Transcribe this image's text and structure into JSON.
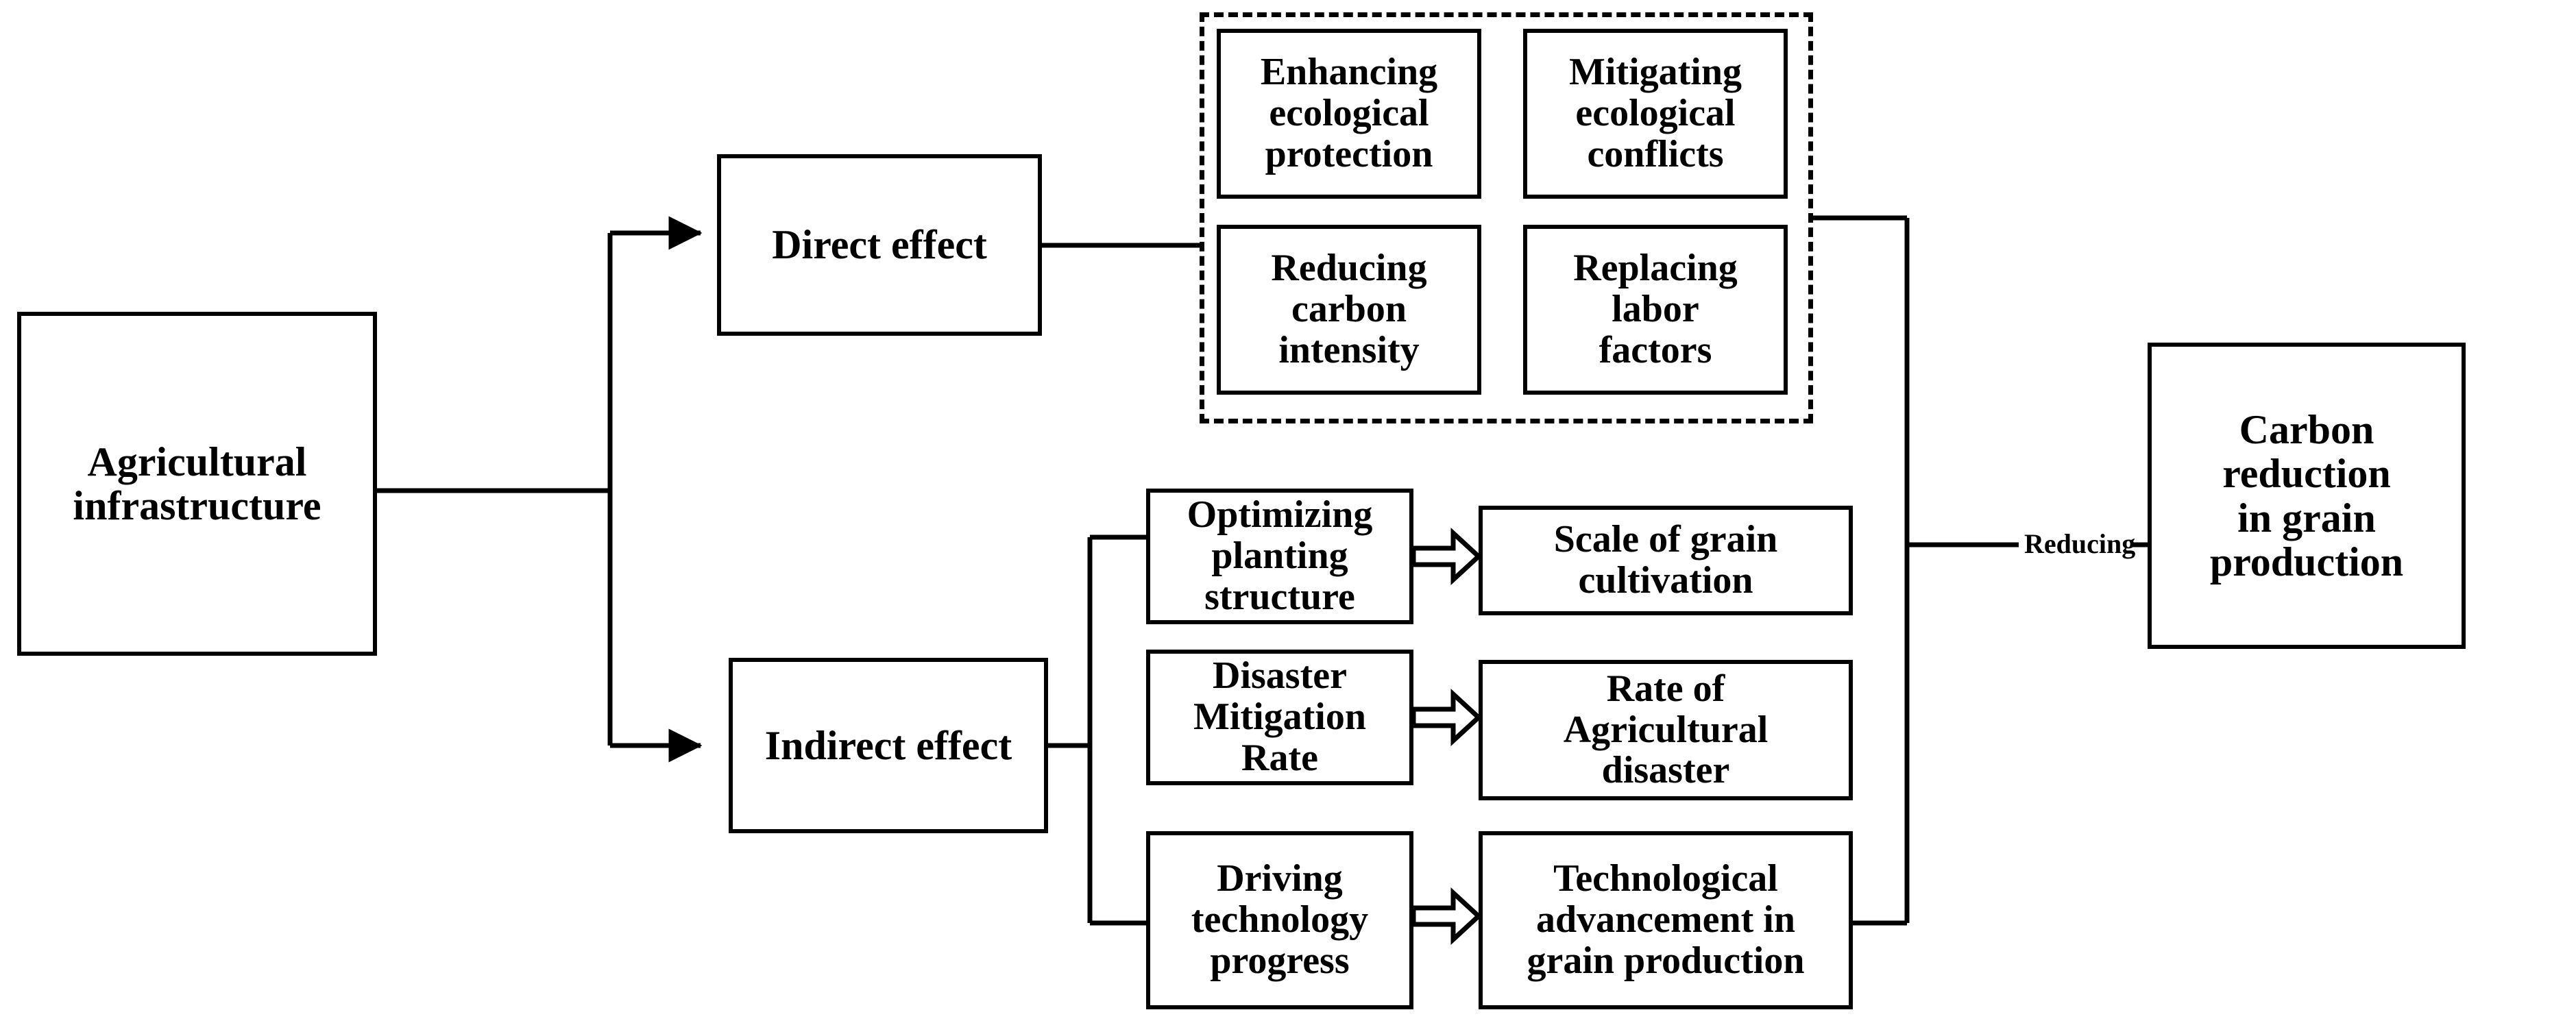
{
  "diagram": {
    "title": "Agricultural infrastructure effects on carbon reduction in grain production",
    "line_color": "#000000",
    "background_color": "#ffffff",
    "text_color": "#000000"
  },
  "nodes": {
    "source": {
      "label": "Agricultural\ninfrastructure"
    },
    "direct_effect": {
      "label": "Direct effect"
    },
    "indirect_effect": {
      "label": "Indirect effect"
    },
    "direct_group": {
      "items": [
        {
          "label": "Enhancing\necological\nprotection"
        },
        {
          "label": "Mitigating\necological\nconflicts"
        },
        {
          "label": "Reducing\ncarbon\nintensity"
        },
        {
          "label": "Replacing\nlabor\nfactors"
        }
      ]
    },
    "mechanisms": [
      {
        "label": "Optimizing\nplanting\nstructure"
      },
      {
        "label": "Disaster\nMitigation\nRate"
      },
      {
        "label": "Driving\ntechnology\nprogress"
      }
    ],
    "outcomes": [
      {
        "label": "Scale of grain\ncultivation"
      },
      {
        "label": "Rate of\nAgricultural\ndisaster"
      },
      {
        "label": "Technological\nadvancement in\ngrain production"
      }
    ],
    "target": {
      "label": "Carbon reduction\nin grain\nproduction"
    }
  },
  "edges": {
    "reducing_label": "Reducing"
  }
}
